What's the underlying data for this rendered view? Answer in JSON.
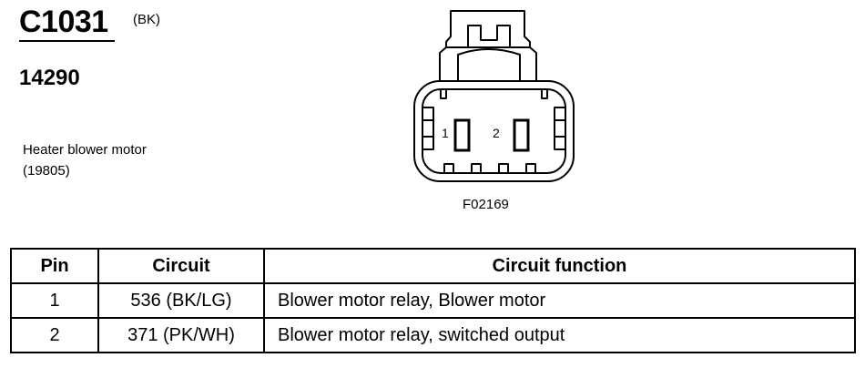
{
  "header": {
    "connector_id": "C1031",
    "connector_color": "(BK)",
    "part_number": "14290"
  },
  "component": {
    "name": "Heater blower motor",
    "number": "(19805)"
  },
  "figure": {
    "id": "F02169",
    "pin_labels": [
      "1",
      "2"
    ]
  },
  "table": {
    "headers": [
      "Pin",
      "Circuit",
      "Circuit function"
    ],
    "rows": [
      {
        "pin": "1",
        "circuit": "536 (BK/LG)",
        "function": "Blower motor relay, Blower motor"
      },
      {
        "pin": "2",
        "circuit": "371 (PK/WH)",
        "function": "Blower motor relay, switched output"
      }
    ]
  }
}
